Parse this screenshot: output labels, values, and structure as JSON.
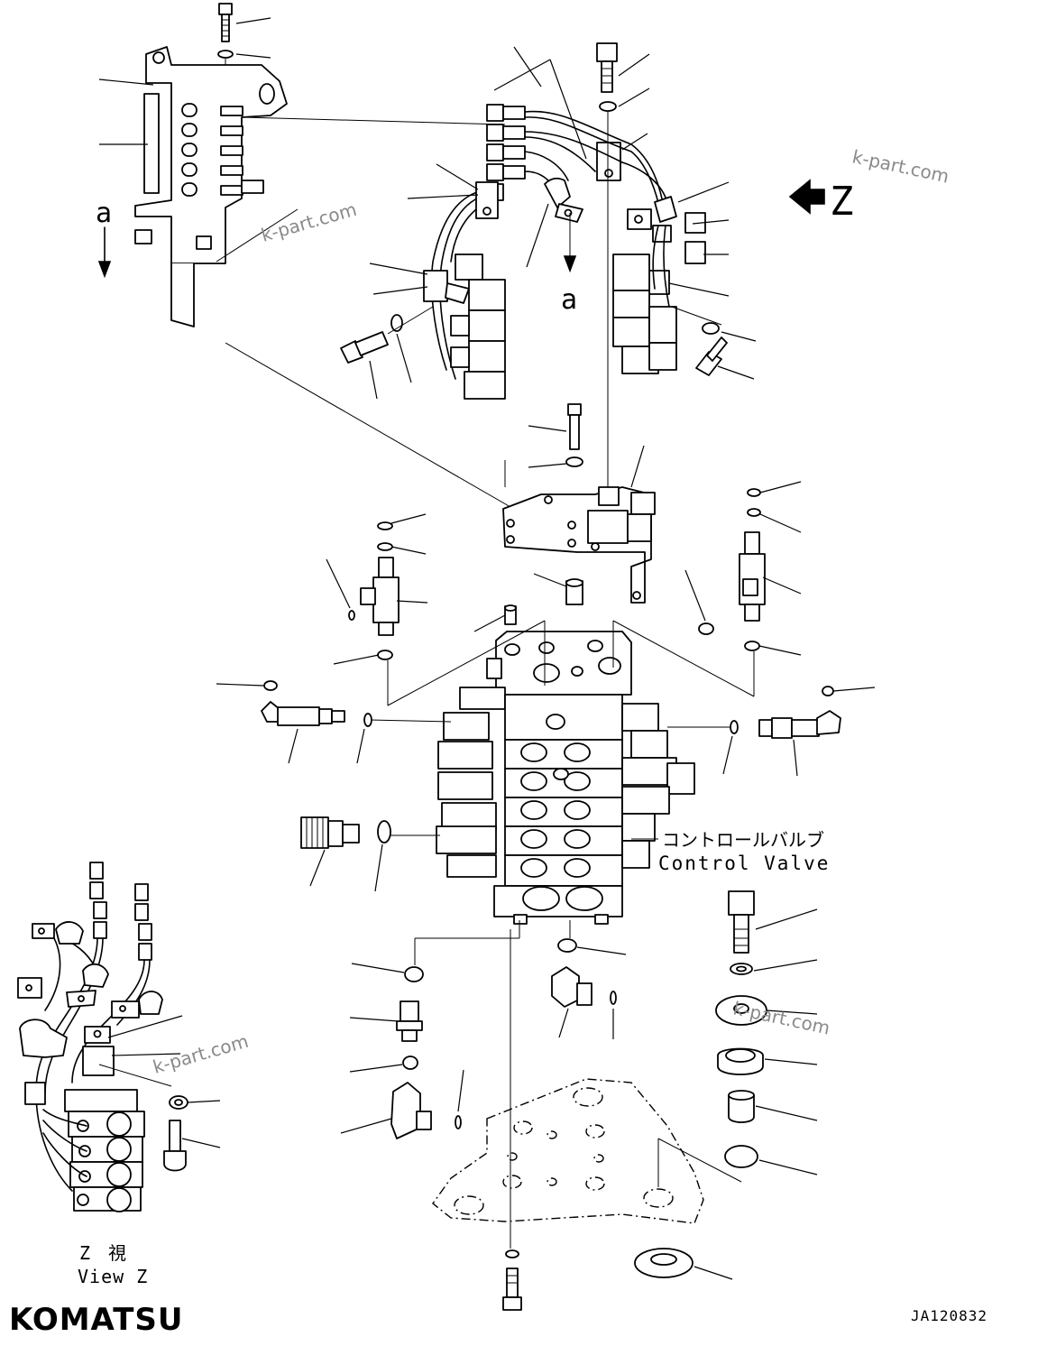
{
  "diagram": {
    "watermark": "k-part.com",
    "brand": "KOMATSU",
    "drawing_number": "JA120832",
    "view_marker_letter": "a",
    "view_z": {
      "arrow_letter": "Z",
      "caption_jp": "Z　視",
      "caption_en": "View Z"
    },
    "control_valve": {
      "label_jp": "コントロールバルブ",
      "label_en": "Control Valve"
    }
  }
}
